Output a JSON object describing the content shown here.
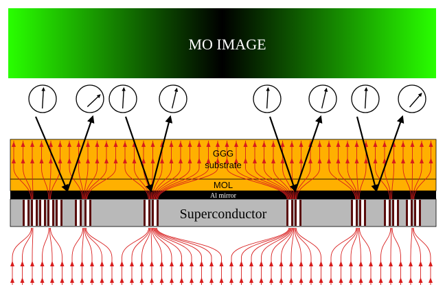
{
  "labels": {
    "mo_image": "MO IMAGE",
    "ggg_line1": "GGG",
    "ggg_line2": "substrate",
    "mol": "MOL",
    "al_mirror": "Al mirror",
    "superconductor": "Superconductor"
  },
  "colors": {
    "mo_bright": "#29ff00",
    "mo_dark": "#000000",
    "ggg": "#ffb000",
    "mol": "#ffb000",
    "al_mirror": "#000000",
    "superconductor": "#b9b9b9",
    "flux_line": "#d81c1c",
    "vortex_core": "#ffffff",
    "light_ray": "#000000"
  },
  "analyzers": [
    {
      "name": "analyzer-1",
      "angle_deg": 5
    },
    {
      "name": "analyzer-2",
      "angle_deg": 68
    },
    {
      "name": "analyzer-3",
      "angle_deg": 5
    },
    {
      "name": "analyzer-4",
      "angle_deg": 20
    },
    {
      "name": "analyzer-5",
      "angle_deg": 5
    },
    {
      "name": "analyzer-6",
      "angle_deg": 20
    },
    {
      "name": "analyzer-7",
      "angle_deg": 5
    },
    {
      "name": "analyzer-8",
      "angle_deg": 60
    }
  ]
}
